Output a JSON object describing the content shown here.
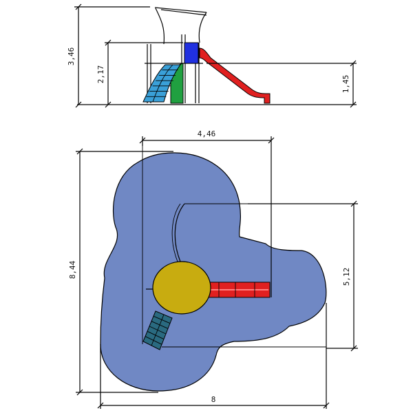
{
  "side_view": {
    "dimensions": {
      "total_height": "3,46",
      "platform_height": "2,17",
      "slide_height": "1,45"
    }
  },
  "plan_view": {
    "dimensions": {
      "frame_width": "4,46",
      "total_length": "8,44",
      "slide_depth": "5,12",
      "total_width": "8"
    }
  },
  "colors": {
    "safety_zone": "#7088c4",
    "platform_yellow": "#c8ac10",
    "slide_red": "#e02020",
    "ladder_blue": "#3aa0d8",
    "climber_green": "#20a040",
    "panel_blue": "#2030e0",
    "ladder_teal": "#2a6a80"
  }
}
